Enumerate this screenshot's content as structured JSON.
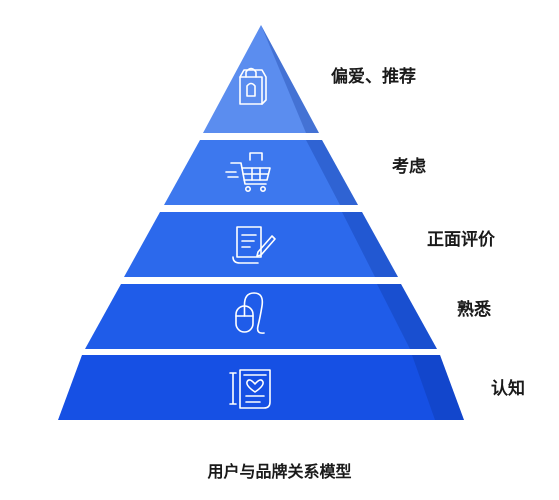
{
  "levels": [
    {
      "label": "偏爱、推荐",
      "icon": "shopping-bag-icon",
      "color": "#5b8def"
    },
    {
      "label": "考虑",
      "icon": "shopping-cart-icon",
      "color": "#3d78ee"
    },
    {
      "label": "正面评价",
      "icon": "review-document-icon",
      "color": "#2c69ec"
    },
    {
      "label": "熟悉",
      "icon": "computer-mouse-icon",
      "color": "#1f5ce9"
    },
    {
      "label": "认知",
      "icon": "heart-checklist-icon",
      "color": "#1650e4"
    }
  ],
  "caption": "用户与品牌关系模型",
  "colors": {
    "shadow": "#0b2f8f",
    "icon_stroke": "#ffffff",
    "label_text": "#1a1a1a"
  }
}
